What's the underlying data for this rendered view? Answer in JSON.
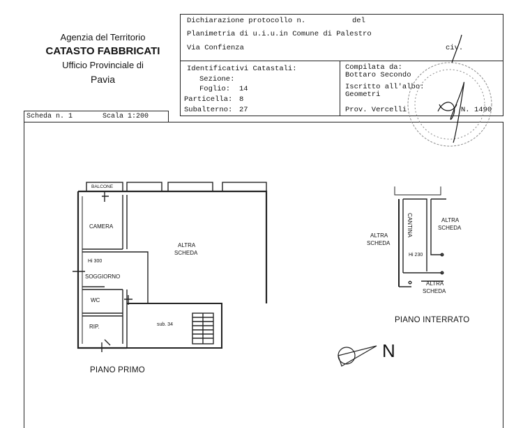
{
  "agency": {
    "line1": "Agenzia del Territorio",
    "line2": "CATASTO FABBRICATI",
    "line3": "Ufficio Provinciale di",
    "line4": "Pavia"
  },
  "header": {
    "protocol_label": "Dichiarazione protocollo n.",
    "del_label": "del",
    "planimetria": "Planimetria di u.i.u.in Comune di Palestro",
    "address": "Via Confienza",
    "civ_label": "civ.",
    "identificativi_label": "Identificativi Catastali:",
    "sezione_label": "Sezione:",
    "foglio_label": "Foglio:",
    "foglio_value": "14",
    "particella_label": "Particella:",
    "particella_value": "8",
    "subalterno_label": "Subalterno:",
    "subalterno_value": "27",
    "compilata_label": "Compilata da:",
    "compilata_value": "Bottaro Secondo",
    "iscritto_label": "Iscritto all'albo:",
    "iscritto_value": "Geometri",
    "prov_label": "Prov. Vercelli",
    "n_label": "N.",
    "n_value": "1490"
  },
  "scheda": {
    "scheda_label": "Scheda n. 1",
    "scala_label": "Scala 1:200"
  },
  "plan_first": {
    "title": "PIANO PRIMO",
    "rooms": {
      "balcone": "BALCONE",
      "camera": "CAMERA",
      "height": "Hi 300",
      "soggiorno": "SOGGIORNO",
      "wc": "WC",
      "rip": "RIP.",
      "altra_1": "ALTRA",
      "altra_2": "SCHEDA",
      "sub": "sub. 34"
    }
  },
  "plan_basement": {
    "title": "PIANO INTERRATO",
    "cantina": "CANTINA",
    "height": "Hi 230",
    "altra": "ALTRA",
    "scheda": "SCHEDA"
  },
  "north": {
    "label": "N"
  }
}
